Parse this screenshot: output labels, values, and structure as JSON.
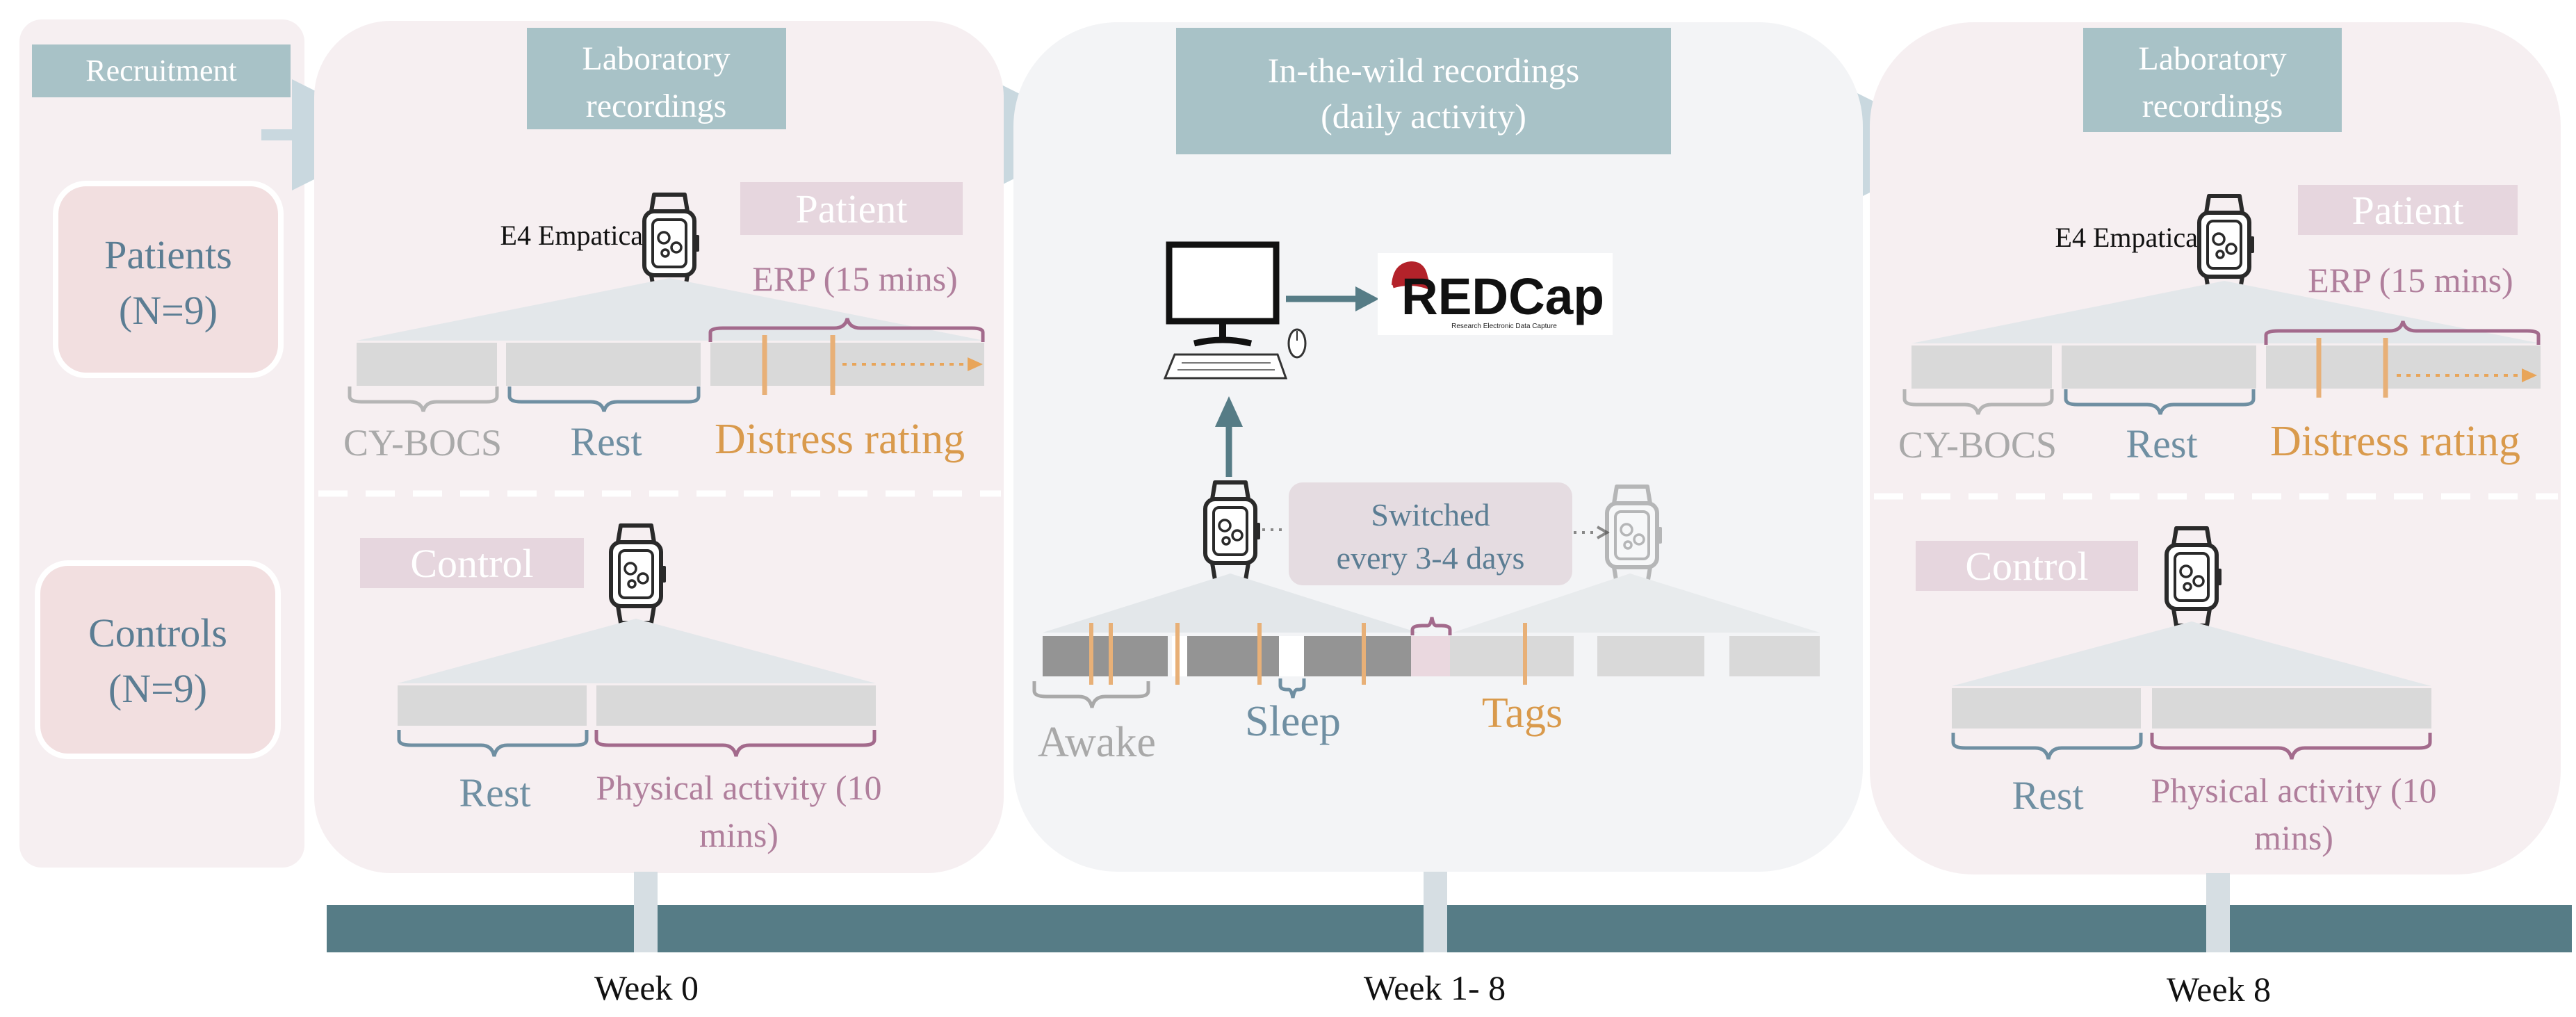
{
  "recruitment": {
    "header": "Recruitment",
    "patients": {
      "line1": "Patients",
      "line2": "(N=9)"
    },
    "controls": {
      "line1": "Controls",
      "line2": "(N=9)"
    }
  },
  "lab_pre": {
    "header": {
      "line1": "Laboratory",
      "line2": "recordings"
    },
    "device_label": "E4 Empatica",
    "patient_badge": "Patient",
    "erp_label": "ERP (15 mins)",
    "cybocs_label": "CY-BOCS",
    "rest_label": "Rest",
    "distress_label": "Distress rating",
    "control_badge": "Control",
    "control_rest_label": "Rest",
    "physical_label": {
      "line1": "Physical activity (10",
      "line2": "mins)"
    }
  },
  "wild": {
    "header": {
      "line1": "In-the-wild recordings",
      "line2": "(daily activity)"
    },
    "redcap": {
      "logo": "REDCap",
      "tagline": "Research Electronic Data Capture"
    },
    "switch_label": {
      "line1": "Switched",
      "line2": "every 3-4 days"
    },
    "awake_label": "Awake",
    "sleep_label": "Sleep",
    "tags_label": "Tags"
  },
  "lab_post": {
    "header": {
      "line1": "Laboratory",
      "line2": "recordings"
    },
    "device_label": "E4 Empatica",
    "patient_badge": "Patient",
    "erp_label": "ERP (15 mins)",
    "cybocs_label": "CY-BOCS",
    "rest_label": "Rest",
    "distress_label": "Distress rating",
    "control_badge": "Control",
    "control_rest_label": "Rest",
    "physical_label": {
      "line1": "Physical activity (10",
      "line2": "mins)"
    }
  },
  "timeline": {
    "week_start": "Week 0",
    "week_mid": "Week 1- 8",
    "week_end": "Week 8"
  },
  "colors": {
    "header_box": "#a8c2c7",
    "panel_pink": "#f6eff1",
    "panel_grey": "#f3f4f6",
    "patient_badge": "#e6d6de",
    "patient_box": "#f2dfe0",
    "mauve_text": "#b07f9c",
    "orange": "#d99a4c",
    "slate_text": "#6f8fa2",
    "grey_text": "#a9a9a9",
    "timeline_bar": "#567c86"
  }
}
